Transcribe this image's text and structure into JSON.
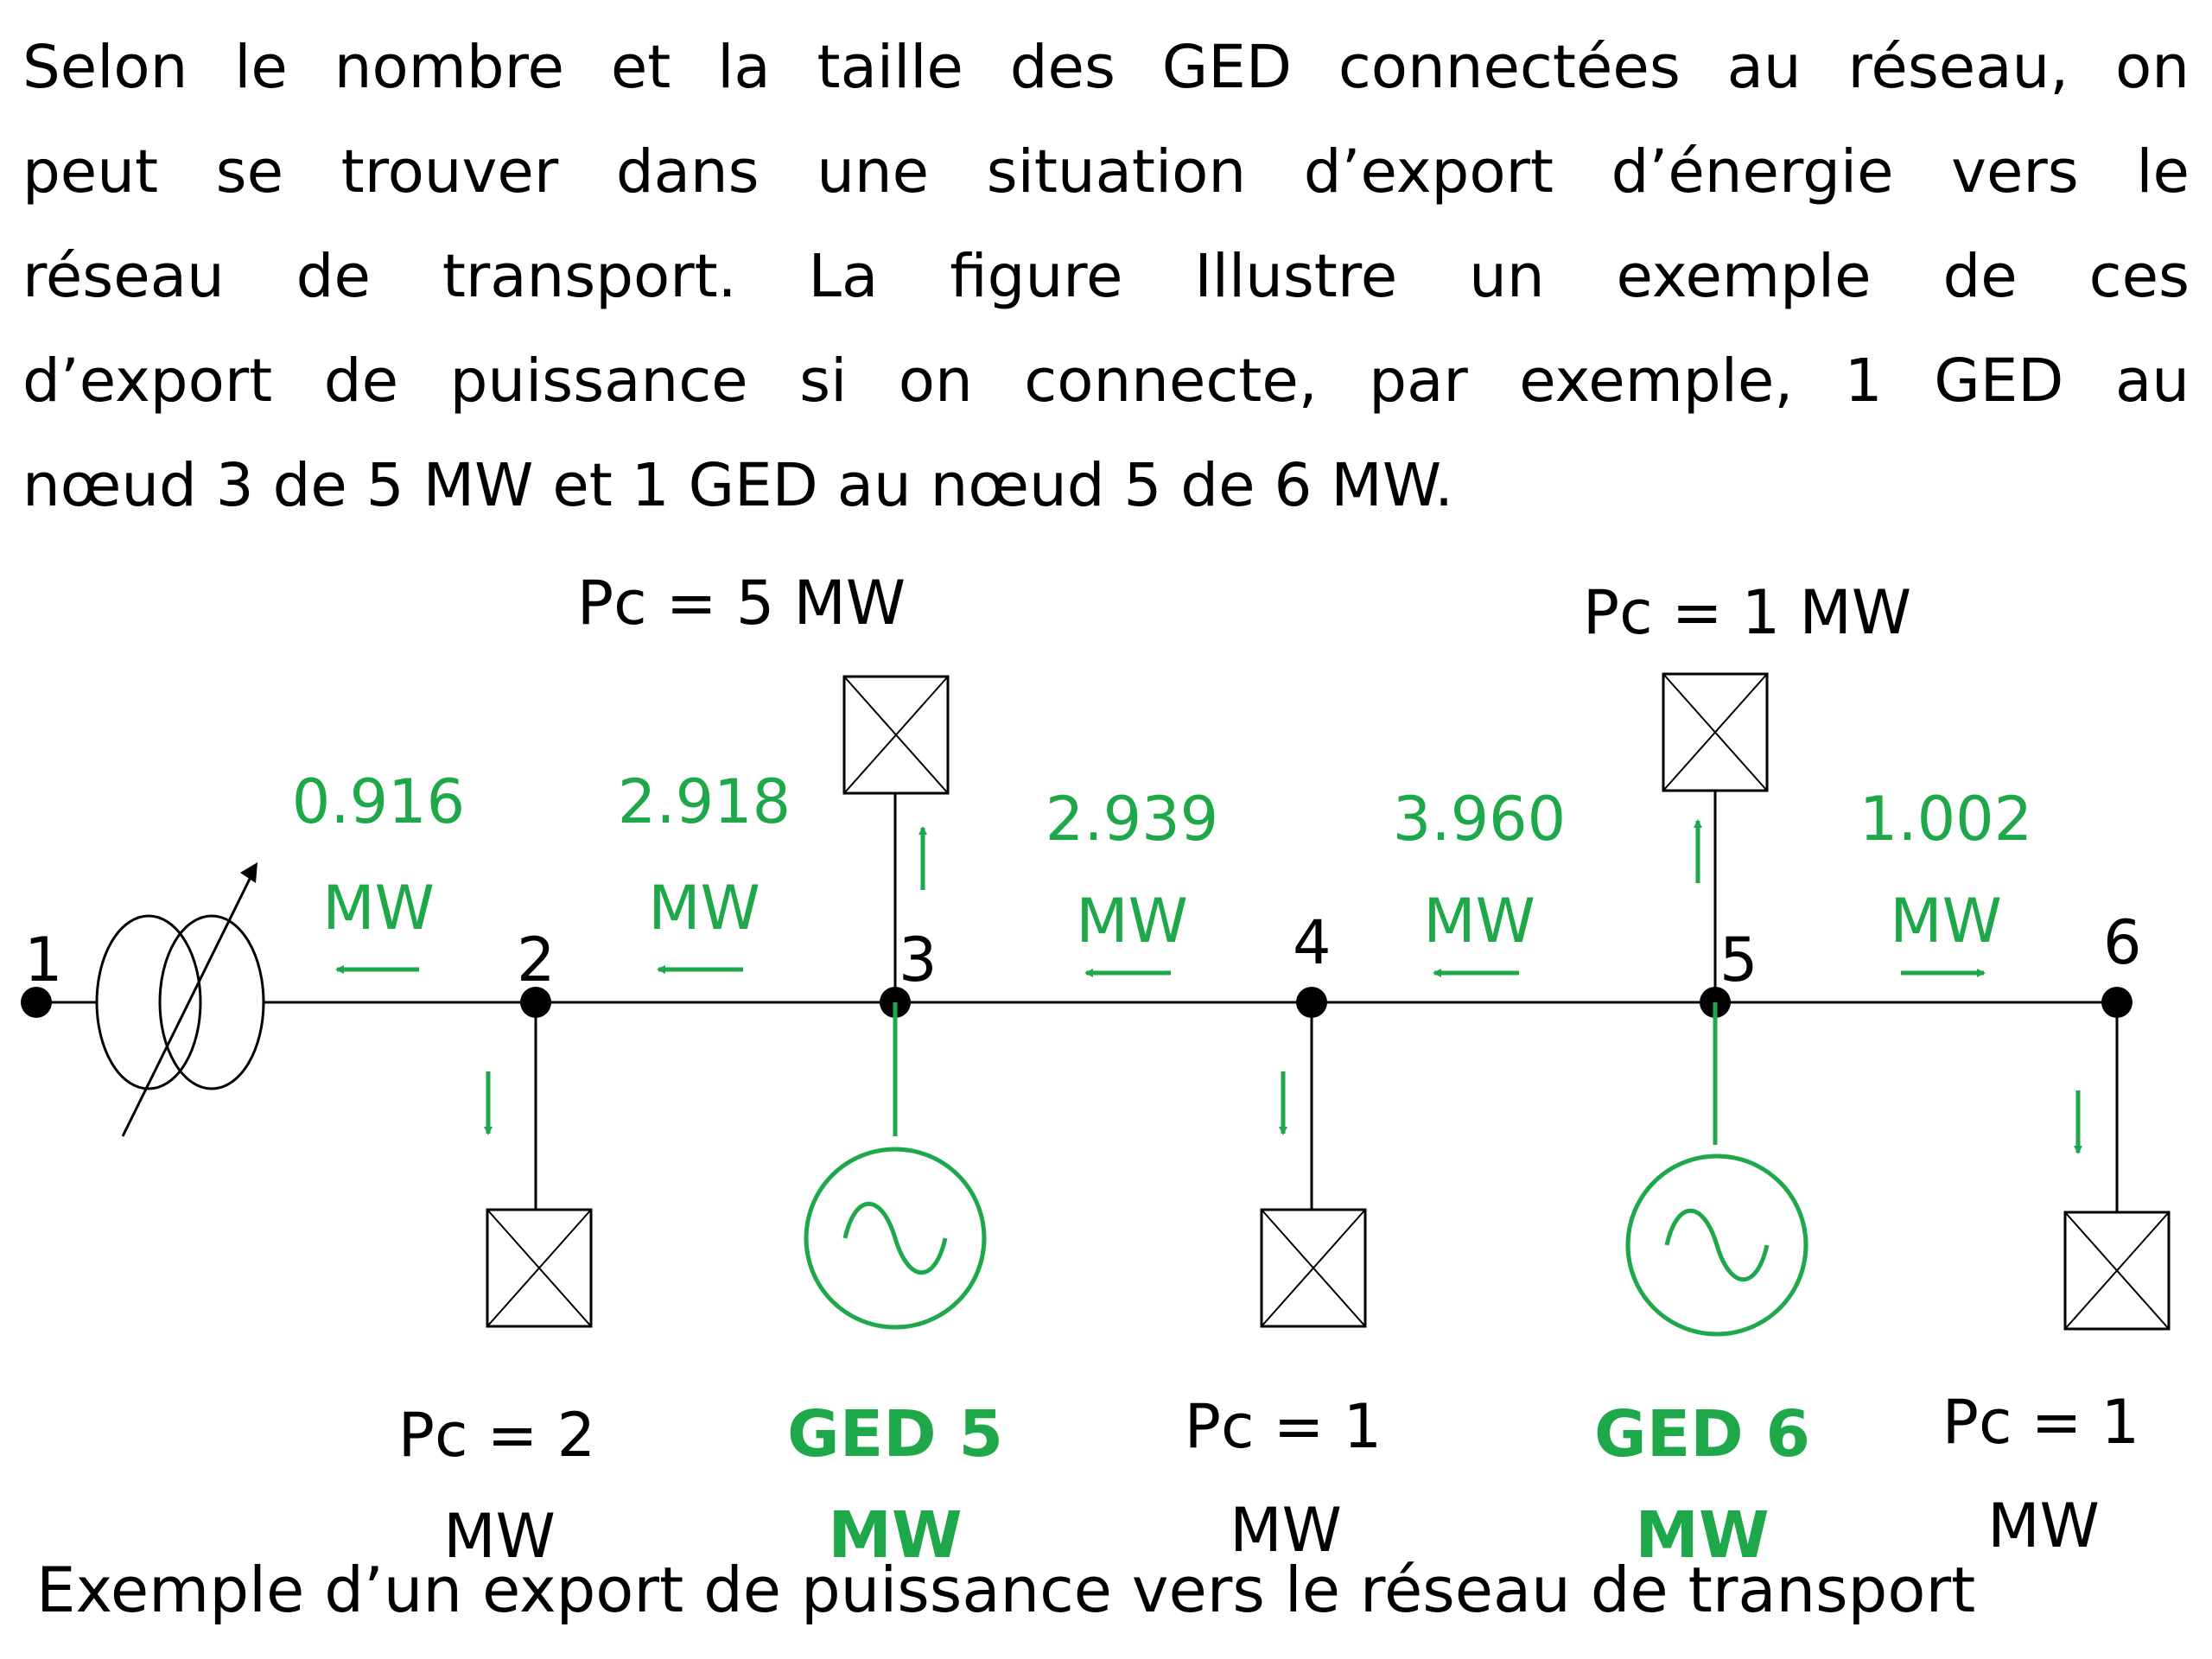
{
  "paragraph": {
    "lines": [
      "Selon le nombre et la taille des GED connectées au réseau, on",
      "peut se trouver dans une situation d’export d’énergie vers le",
      "réseau de transport. La figure Illustre un exemple de ces",
      "d’export de puissance si on connecte, par exemple, 1 GED au",
      "nœud 3 de 5 MW et 1 GED au nœud 5 de 6 MW."
    ]
  },
  "diagram": {
    "nodes": [
      {
        "id": "1",
        "label": "1"
      },
      {
        "id": "2",
        "label": "2"
      },
      {
        "id": "3",
        "label": "3"
      },
      {
        "id": "4",
        "label": "4"
      },
      {
        "id": "5",
        "label": "5"
      },
      {
        "id": "6",
        "label": "6"
      }
    ],
    "flows": [
      {
        "from_segment": "1-2",
        "value": "0.916",
        "unit": "MW",
        "direction": "left"
      },
      {
        "from_segment": "2-3",
        "value": "2.918",
        "unit": "MW",
        "direction": "left"
      },
      {
        "from_segment": "3-4",
        "value": "2.939",
        "unit": "MW",
        "direction": "left"
      },
      {
        "from_segment": "4-5",
        "value": "3.960",
        "unit": "MW",
        "direction": "left"
      },
      {
        "from_segment": "5-6",
        "value": "1.002",
        "unit": "MW",
        "direction": "right"
      }
    ],
    "loads": [
      {
        "node": "2",
        "line1": "Pc = 2",
        "line2": "MW",
        "direction": "down"
      },
      {
        "node": "3",
        "line1": "Pc = 5 MW",
        "line2": "",
        "direction": "up"
      },
      {
        "node": "4",
        "line1": "Pc = 1",
        "line2": "MW",
        "direction": "down"
      },
      {
        "node": "5",
        "line1": "Pc = 1 MW",
        "line2": "",
        "direction": "up"
      },
      {
        "node": "6",
        "line1": "Pc = 1",
        "line2": "MW",
        "direction": "down"
      }
    ],
    "generators": [
      {
        "node": "3",
        "line1": "GED 5",
        "line2": "MW"
      },
      {
        "node": "5",
        "line1": "GED 6",
        "line2": "MW"
      }
    ],
    "colors": {
      "flow": "#1fa84a",
      "line": "#000000"
    }
  },
  "caption": "Exemple d’un export de puissance vers le réseau de transport"
}
